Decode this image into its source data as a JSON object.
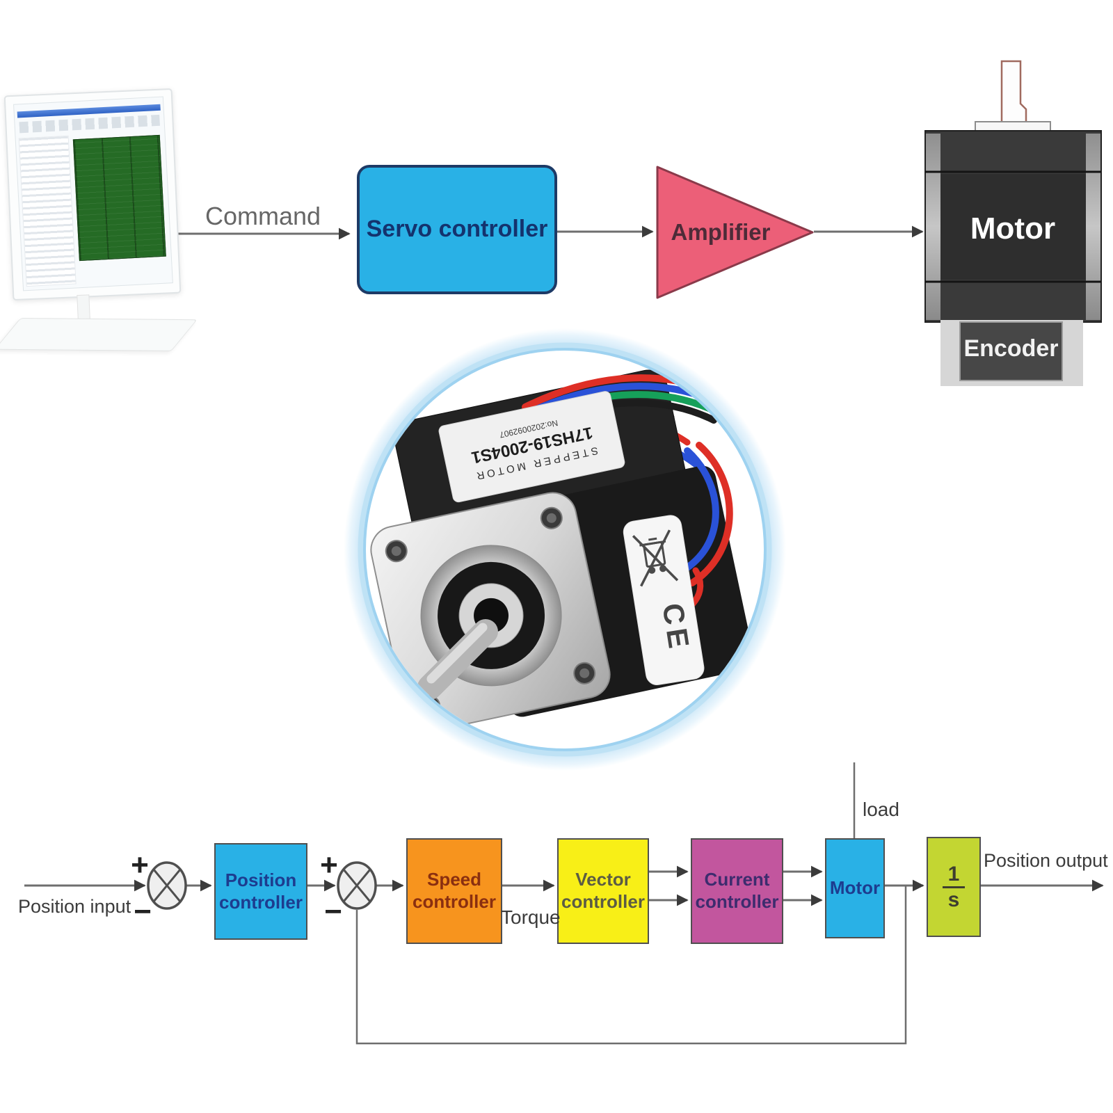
{
  "top_flow": {
    "command": "Command",
    "servo_controller": "Servo controller",
    "amplifier": "Amplifier",
    "motor": "Motor",
    "encoder": "Encoder"
  },
  "stepper_photo": {
    "label_title": "STEPPER MOTOR",
    "label_model": "17HS19-2004S1",
    "label_serial": "No:2020092907",
    "ce_mark": "CE"
  },
  "control_loop": {
    "position_input": "Position input",
    "sum_plus": "+",
    "sum_minus": "−",
    "position_controller": "Position controller",
    "speed_controller": "Speed controller",
    "torque": "Torque",
    "vector_controller": "Vector controller",
    "current_controller": "Current controller",
    "motor": "Motor",
    "load": "load",
    "integrator_num": "1",
    "integrator_den": "s",
    "position_output": "Position output"
  },
  "colors": {
    "cyan": "#29b1e6",
    "orange": "#f7941e",
    "yellow": "#f8ef17",
    "magenta": "#c2569e",
    "lime": "#c3d632",
    "pink": "#ec5f78",
    "line": "#6e6e6e",
    "ring_blue": "#9ed2f0"
  }
}
